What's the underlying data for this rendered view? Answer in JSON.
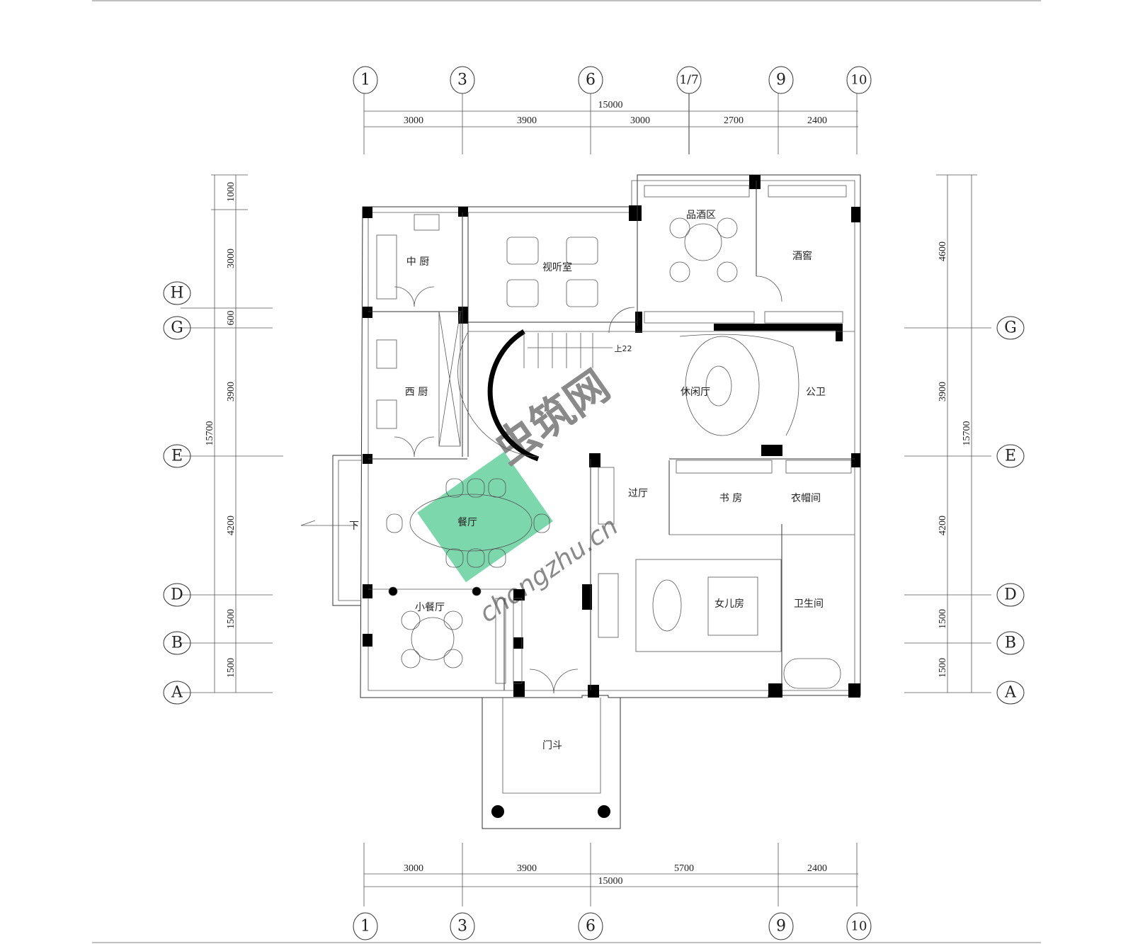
{
  "axes_top": [
    "1",
    "3",
    "6",
    "1/7",
    "9",
    "10"
  ],
  "axes_bottom": [
    "1",
    "3",
    "6",
    "9",
    "10"
  ],
  "axes_left": [
    "H",
    "G",
    "E",
    "D",
    "B",
    "A"
  ],
  "axes_right": [
    "G",
    "E",
    "D",
    "B",
    "A"
  ],
  "dims_top": {
    "total": "15000",
    "segments": [
      "3000",
      "3900",
      "3000",
      "2700",
      "2400"
    ]
  },
  "dims_bottom": {
    "total": "15000",
    "segments": [
      "3000",
      "3900",
      "5700",
      "2400"
    ]
  },
  "dims_left": {
    "total": "15700",
    "segments": [
      "1000",
      "3000",
      "600",
      "3900",
      "4200",
      "1500",
      "1500"
    ]
  },
  "dims_right": {
    "total": "15700",
    "segments": [
      "4600",
      "3900",
      "4200",
      "1500",
      "1500"
    ]
  },
  "rooms": {
    "chinese_kitchen": "中 厨",
    "av_room": "视听室",
    "wine_tasting": "品酒区",
    "wine_cellar": "酒窖",
    "western_kitchen": "西 厨",
    "stair_up": "上22",
    "lounge": "休闲厅",
    "public_wc": "公卫",
    "dining": "餐厅",
    "down": "下",
    "small_dining": "小餐厅",
    "hall": "过厅",
    "study": "书 房",
    "cloakroom": "衣帽间",
    "daughter_room": "女儿房",
    "bathroom": "卫生间",
    "vestibule": "门斗"
  },
  "watermark": {
    "cn": "虫筑网",
    "en": "chongzhu.cn",
    "color": "#6fd3a4"
  }
}
